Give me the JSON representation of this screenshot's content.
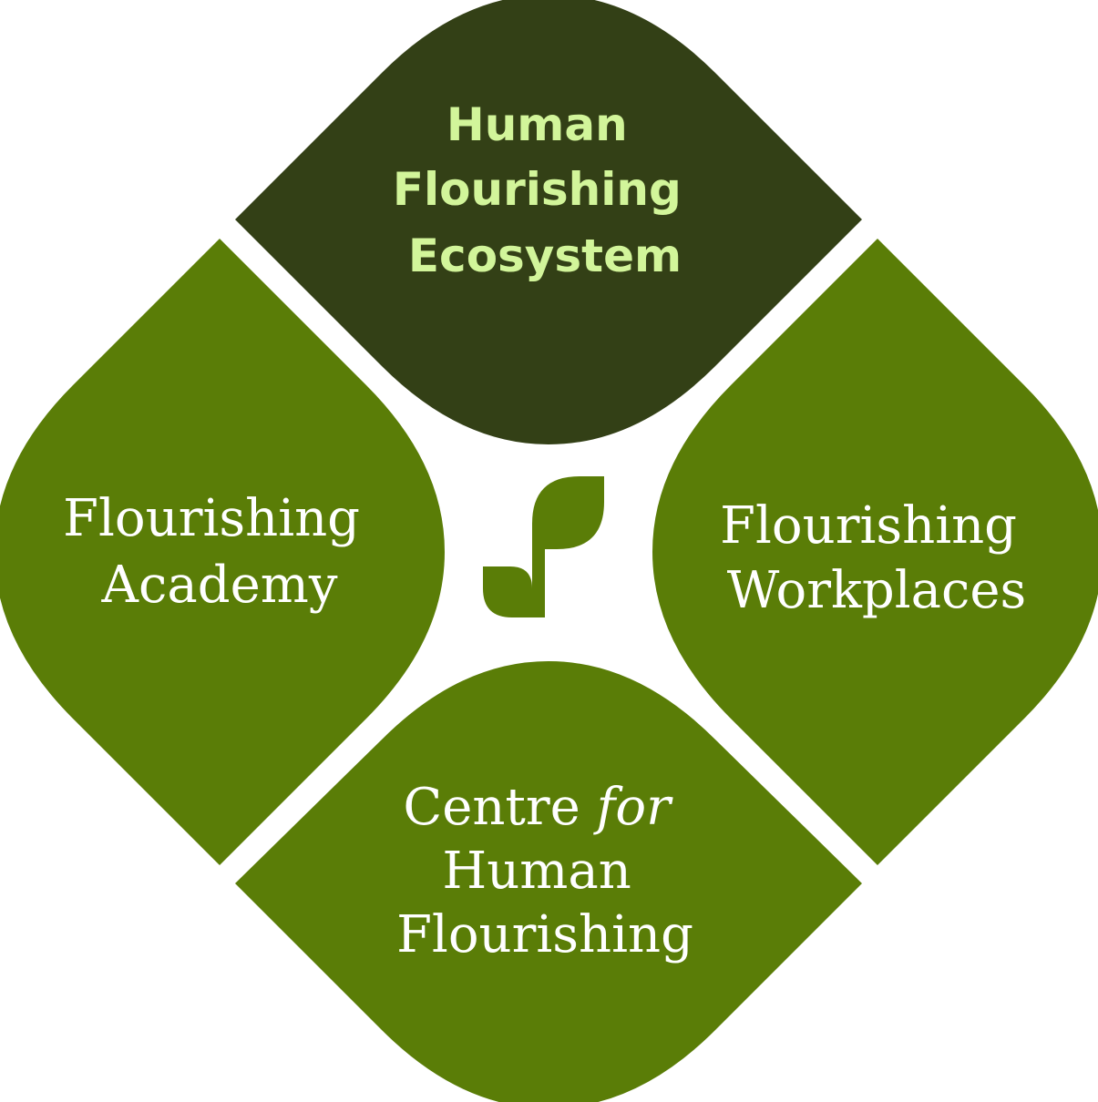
{
  "colors": {
    "dark_green": "#334016",
    "mid_green": "#5a7d07",
    "light_green_text": "#d2f59a",
    "white_text": "#ffffff",
    "background": "#ffffff"
  },
  "petals": {
    "top": {
      "lines": [
        "Human",
        "Flourishing",
        "Ecosystem"
      ]
    },
    "left": {
      "lines": [
        "Flourishing",
        "Academy"
      ]
    },
    "right": {
      "lines": [
        "Flourishing",
        "Workplaces"
      ]
    },
    "bottom": {
      "line1_regular": "Centre ",
      "line1_italic": "for",
      "line2": "Human",
      "line3": "Flourishing"
    }
  },
  "center_logo": {
    "icon": "leaf-sprout-logo-icon"
  }
}
